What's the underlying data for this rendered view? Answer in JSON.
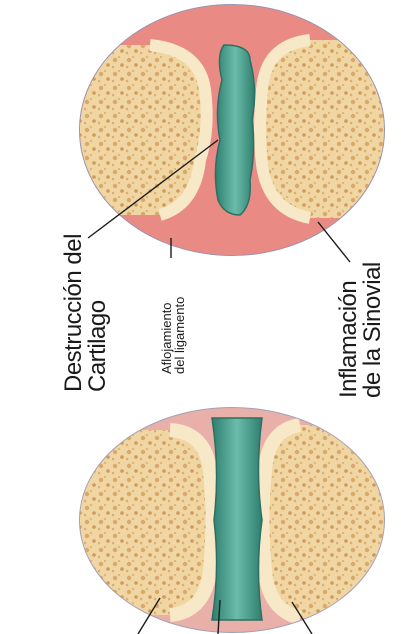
{
  "labels": {
    "destruccion": [
      "Destrucción del",
      "Cartilago"
    ],
    "aflojamiento": [
      "Aflojamiento",
      "del ligamento"
    ],
    "inflamacion": [
      "Inflamación",
      "de la Sinovial"
    ]
  },
  "colors": {
    "bone_spongy": "#f2d9a8",
    "bone_edge": "#f7e6c4",
    "synovial_fluid": "#4a9e8c",
    "inflamed_capsule": "#e8837e",
    "capsule_normal": "#b8b4c8",
    "leader_line": "#1a1a1a"
  }
}
